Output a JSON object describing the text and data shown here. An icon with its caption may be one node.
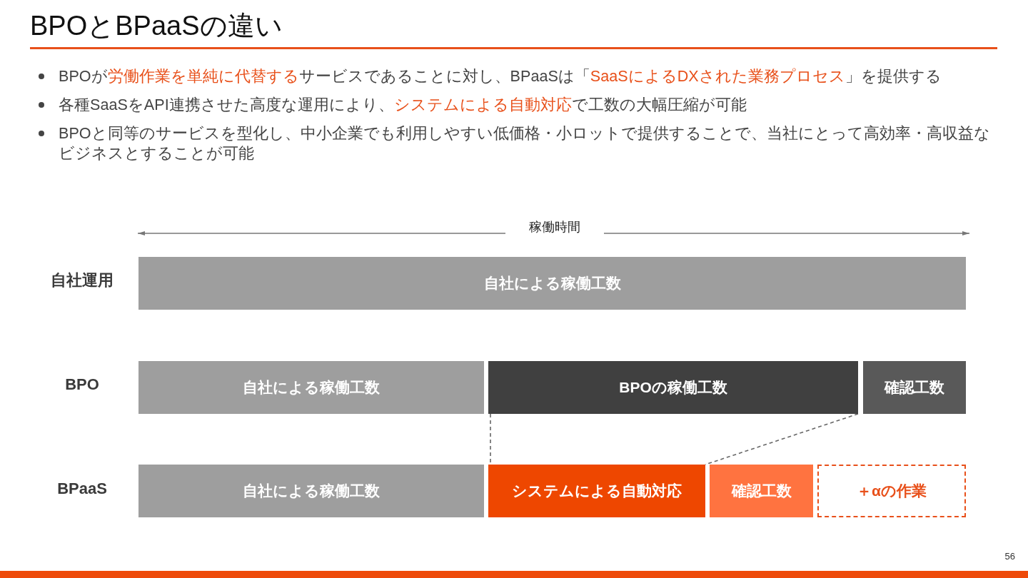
{
  "diagram": {
    "title": "BPOとBPaaSの違い",
    "nodes": [
      {
        "text": [
          "自社による稼働工数"
        ]
      },
      {
        "text": [
          "自社による稼働工数"
        ]
      },
      {
        "text": [
          "BPOの稼働工数"
        ]
      },
      {
        "text": [
          "確認工数"
        ]
      },
      {
        "text": [
          "自社による稼働工数"
        ]
      },
      {
        "text": [
          "システムによる自動対応"
        ]
      },
      {
        "text": [
          "確認工数"
        ]
      },
      {
        "text": [
          "＋αの作業"
        ]
      }
    ],
    "edges": [
      {
        "from": 2,
        "to": 5,
        "arrow": "none",
        "style": "dashed"
      },
      {
        "from": 2,
        "to": 5,
        "arrow": "none",
        "style": "dashed"
      }
    ],
    "labels": [
      "BPOが**労働作業を単純に代替する**サービスであることに対し、BPaaSは「**SaaSによるDXされた業務プロセス**」を提供する",
      "各種SaaSをAPI連携させた高度な運用により、**システムによる自動対応**で工数の大幅圧縮が可能",
      "BPOと同等のサービスを型化し、中小企業でも利用しやすい低価格・小ロットで提供することで、当社にとって高効率・高収益なビジネスとすることが可能",
      "稼働時間",
      "自社運用",
      "BPO",
      "BPaaS",
      "56"
    ]
  }
}
